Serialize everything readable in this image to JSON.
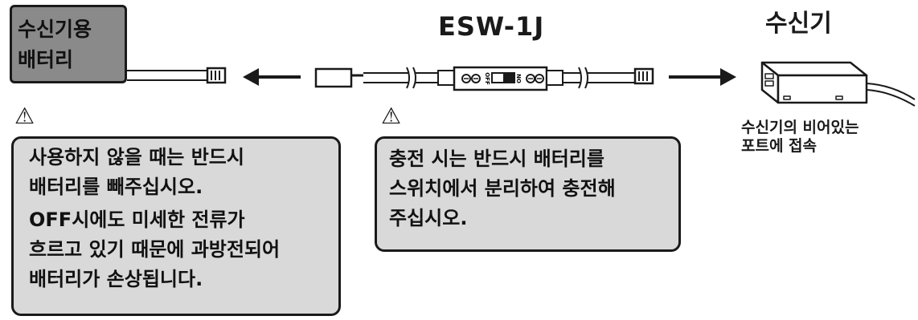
{
  "title": "ESW-1J",
  "battery": {
    "label_line1": "수신기용",
    "label_line2": "배터리"
  },
  "receiver": {
    "title": "수신기",
    "note_line1": "수신기의 비어있는",
    "note_line2": "포트에 접속"
  },
  "switch": {
    "off_label": "OFF",
    "on_label": "ON"
  },
  "warning_symbol": "⚠",
  "note_left": {
    "line1": "사용하지 않을 때는 반드시",
    "line2": "배터리를 빼주십시오.",
    "line3": "OFF시에도 미세한 전류가",
    "line4": "흐르고 있기 때문에 과방전되어",
    "line5": "배터리가 손상됩니다."
  },
  "note_right": {
    "line1": "충전 시는 반드시 배터리를",
    "line2": "스위치에서 분리하여 충전해",
    "line3": "주십시오."
  },
  "icons": [
    "warning-icon",
    "arrow-left-icon",
    "arrow-right-icon",
    "connector-plug-icon",
    "switch-unit-icon",
    "receiver-unit-icon"
  ],
  "colors": {
    "battery_fill": "#8a8a8a",
    "note_fill": "#d9d9d9",
    "stroke": "#1a1a1a"
  }
}
